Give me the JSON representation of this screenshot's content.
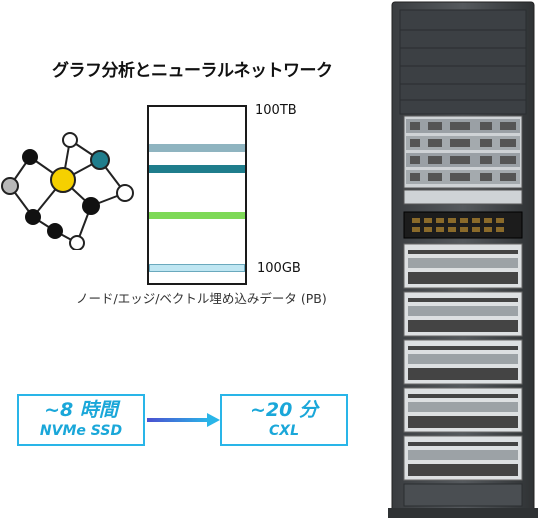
{
  "title": "グラフ分析とニューラルネットワーク",
  "storage_scale": {
    "top_label": "100TB",
    "bottom_label": "100GB",
    "caption": "ノード/エッジ/ベクトル埋め込みデータ (PB)",
    "bands": [
      {
        "color": "#8fb4c0"
      },
      {
        "color": "#1f7d8c"
      },
      {
        "color": "#7ed957"
      },
      {
        "color": "#bfe6f2"
      }
    ]
  },
  "comparison": {
    "before": {
      "time": "~8 時間",
      "tech": "NVMe SSD"
    },
    "after": {
      "time": "~20 分",
      "tech": "CXL"
    }
  },
  "colors": {
    "accent_blue": "#29b5e8",
    "node_yellow": "#f5d000",
    "node_teal": "#1f7d8c",
    "node_gray": "#b8b8b8"
  },
  "icons": {
    "graph": "network-graph-icon",
    "rack": "server-rack-image",
    "arrow": "right-arrow-icon"
  }
}
